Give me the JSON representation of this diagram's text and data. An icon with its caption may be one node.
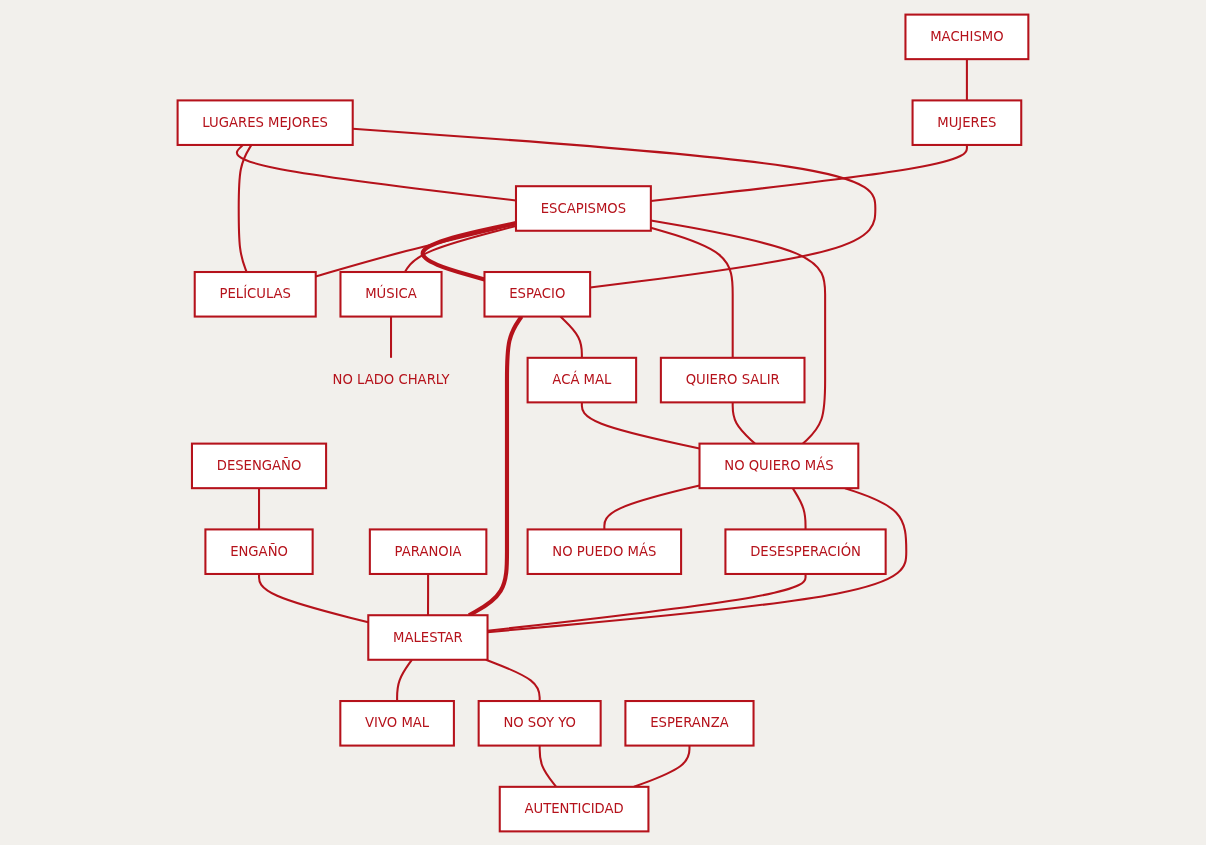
{
  "diagram": {
    "nodes": [
      {
        "text": [
          "LUGARES MEJORES"
        ]
      },
      {
        "text": [
          "DESENGAÑO"
        ]
      },
      {
        "text": [
          "MACHISMO"
        ]
      },
      {
        "text": [
          "ENGAÑO"
        ]
      },
      {
        "text": [
          "MUJERES"
        ]
      },
      {
        "text": [
          "PARANOIA"
        ]
      },
      {
        "text": [
          "ESCAPISMOS"
        ]
      },
      {
        "text": [
          "ESPACIO"
        ]
      },
      {
        "text": [
          "MALESTAR"
        ]
      },
      {
        "text": [
          "VIVO MAL"
        ]
      },
      {
        "text": [
          "NO SOY YO"
        ]
      },
      {
        "text": [
          "PELÍCULAS"
        ]
      },
      {
        "text": [
          "ACÁ MAL"
        ]
      },
      {
        "text": [
          "DESESPERACIÓN"
        ]
      },
      {
        "text": [
          "ESPERANZA"
        ]
      },
      {
        "text": [
          "MÚSICA"
        ]
      },
      {
        "text": [
          "NO LADO CHARLY"
        ]
      },
      {
        "text": [
          "QUIERO SALIR"
        ]
      },
      {
        "text": [
          "NO QUIERO MÁS"
        ]
      },
      {
        "text": [
          "AUTENTICIDAD"
        ]
      },
      {
        "text": [
          "NO PUEDO MÁS"
        ]
      }
    ],
    "edges": [
      {
        "from": 2,
        "to": 4,
        "arrow": "none"
      },
      {
        "from": 4,
        "to": 6,
        "arrow": "none"
      },
      {
        "from": 0,
        "to": 6,
        "arrow": "none"
      },
      {
        "from": 0,
        "to": 11,
        "arrow": "none"
      },
      {
        "from": 0,
        "to": 7,
        "arrow": "none"
      },
      {
        "from": 6,
        "to": 7,
        "arrow": "none",
        "style": "thick"
      },
      {
        "from": 7,
        "to": 8,
        "arrow": "none",
        "style": "thick"
      },
      {
        "from": 6,
        "to": 11,
        "arrow": "none"
      },
      {
        "from": 6,
        "to": 15,
        "arrow": "none"
      },
      {
        "from": 6,
        "to": 17,
        "arrow": "none"
      },
      {
        "from": 6,
        "to": 18,
        "arrow": "none"
      },
      {
        "from": 15,
        "to": 16,
        "arrow": "none"
      },
      {
        "from": 17,
        "to": 18,
        "arrow": "none"
      },
      {
        "from": 7,
        "to": 12,
        "arrow": "none"
      },
      {
        "from": 12,
        "to": 18,
        "arrow": "none"
      },
      {
        "from": 18,
        "to": 20,
        "arrow": "none"
      },
      {
        "from": 18,
        "to": 13,
        "arrow": "none"
      },
      {
        "from": 13,
        "to": 8,
        "arrow": "none"
      },
      {
        "from": 18,
        "to": 8,
        "arrow": "none"
      },
      {
        "from": 1,
        "to": 3,
        "arrow": "none"
      },
      {
        "from": 3,
        "to": 8,
        "arrow": "none"
      },
      {
        "from": 5,
        "to": 8,
        "arrow": "none"
      },
      {
        "from": 8,
        "to": 9,
        "arrow": "none"
      },
      {
        "from": 8,
        "to": 10,
        "arrow": "none"
      },
      {
        "from": 10,
        "to": 19,
        "arrow": "none"
      },
      {
        "from": 14,
        "to": 19,
        "arrow": "none"
      }
    ]
  }
}
